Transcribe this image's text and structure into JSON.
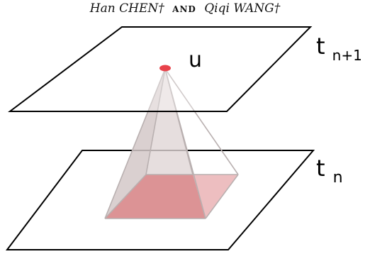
{
  "header": {
    "author1": "Han CHEN†",
    "conjunction": "and",
    "author2": "Qiqi WANG†"
  },
  "diagram": {
    "apex_label": "u",
    "upper_plane_label": {
      "base": "t",
      "subscript": "n+1"
    },
    "lower_plane_label": {
      "base": "t",
      "subscript": "n"
    },
    "colors": {
      "apex": "#e8424a",
      "base_fill": "#e05a5e",
      "pyramid_face": "#d9cfcf",
      "plane_stroke": "#000000"
    }
  }
}
